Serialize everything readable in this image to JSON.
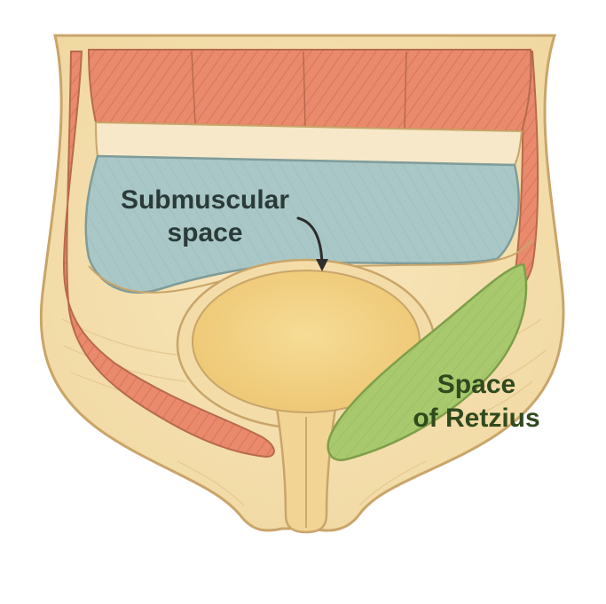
{
  "labels": {
    "submuscular_line1": "Submuscular",
    "submuscular_line2": "space",
    "retzius_line1": "Space",
    "retzius_line2": "of Retzius"
  },
  "colors": {
    "muscle": "#E98A6C",
    "muscle_stripe": "#D9745A",
    "fascia": "#F6E8C8",
    "submuscular_space": "#A9C7C6",
    "tissue": "#F3DDAA",
    "tissue_outline": "#C9A56A",
    "bladder": "#F0CF7E",
    "retzius_space": "#A9C96E",
    "label_dark": "#2A3B3A",
    "label_green": "#2F4A1E",
    "arrow": "#2E2E2E"
  },
  "icons": {
    "arrow": "curved-arrow-icon"
  }
}
